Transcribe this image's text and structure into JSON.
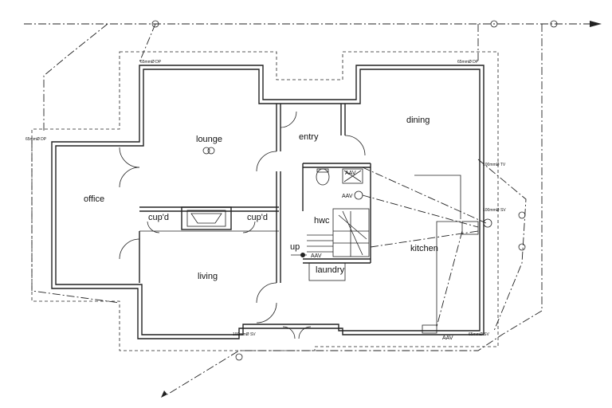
{
  "rooms": {
    "lounge": "lounge",
    "office": "office",
    "entry": "entry",
    "dining": "dining",
    "cupd_left": "cup'd",
    "cupd_right": "cup'd",
    "hwc": "hwc",
    "up": "up",
    "kitchen": "kitchen",
    "laundry": "laundry",
    "living": "living"
  },
  "labels": {
    "dp_top_left": "65mmØ DP",
    "dp_top_right": "65mmØ DP",
    "dp_left": "65mmØ DP",
    "tv": "100mmØ TV",
    "sv_mid": "100mmØ SV",
    "sv_bottom_left": "100mmØ SV",
    "sv_bottom_right": "65mmØ SV",
    "aav_1": "AAV",
    "aav_2": "AAV",
    "aav_3": "AAV",
    "aav_4": "AAV"
  },
  "colors": {
    "line": "#222222",
    "background": "#ffffff"
  }
}
